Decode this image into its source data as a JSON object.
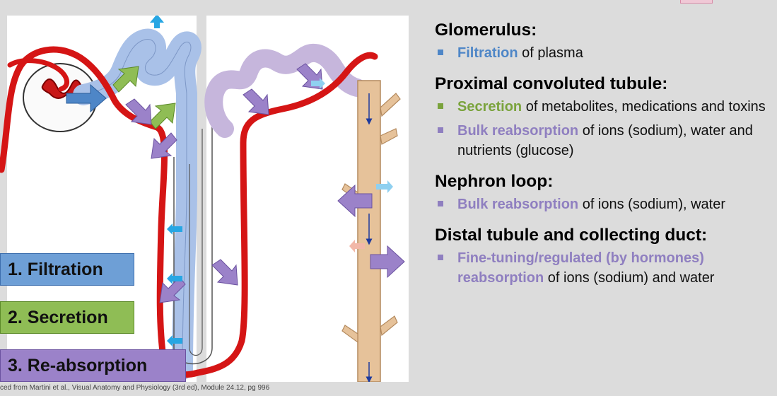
{
  "legend": {
    "filtration": "1.  Filtration",
    "secretion": "2. Secretion",
    "reabsorption": "3.  Re-absorption"
  },
  "source_note": "ced from Martini et al., Visual Anatomy and Physiology (3rd ed), Module 24.12, pg 996",
  "sections": [
    {
      "title": "Glomerulus:",
      "bullets": [
        {
          "highlight": "Filtration",
          "rest": " of plasma",
          "color": "#4e86c7"
        }
      ]
    },
    {
      "title": "Proximal convoluted tubule:",
      "bullets": [
        {
          "highlight": "Secretion",
          "rest": " of metabolites, medications and toxins",
          "color": "#7aa33c"
        },
        {
          "highlight": "Bulk reabsorption",
          "rest": " of ions (sodium), water and nutrients (glucose)",
          "color": "#8f7fc0"
        }
      ]
    },
    {
      "title": "Nephron loop:",
      "bullets": [
        {
          "highlight": "Bulk reabsorption",
          "rest": " of ions (sodium), water",
          "color": "#8f7fc0"
        }
      ]
    },
    {
      "title": "Distal tubule and collecting duct:",
      "bullets": [
        {
          "highlight": "Fine-tuning/regulated (by hormones) reabsorption",
          "rest": " of ions (sodium) and water",
          "color": "#8f7fc0"
        }
      ]
    }
  ],
  "colors": {
    "filtration": "#6e9fd6",
    "secretion": "#8fbd55",
    "reabsorption": "#9b82c9",
    "vessel": "#e01010",
    "tubule": "#9fb8e2",
    "duct": "#e8c49a"
  }
}
